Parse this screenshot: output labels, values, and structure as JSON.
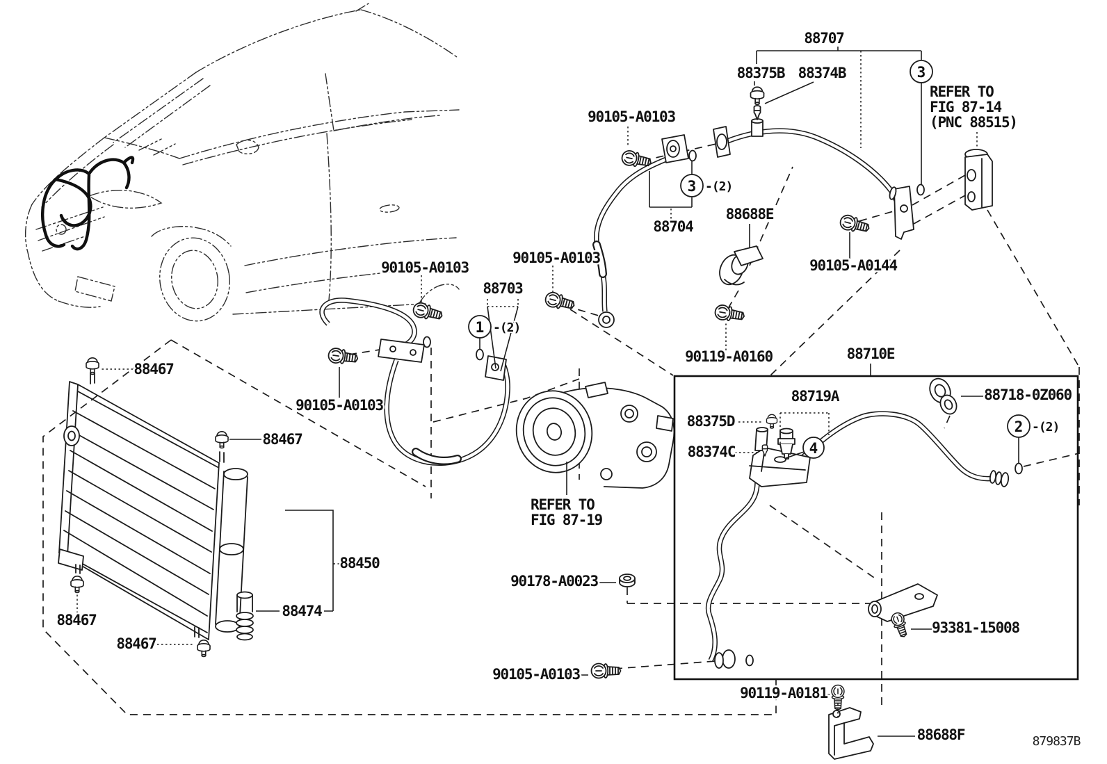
{
  "diagram": {
    "labels": {
      "l_88707": {
        "text": "88707"
      },
      "l_88375B": {
        "text": "88375B"
      },
      "l_88374B": {
        "text": "88374B"
      },
      "l_90105_a0103_1": {
        "text": "90105-A0103"
      },
      "l_88704": {
        "text": "88704"
      },
      "l_88688E": {
        "text": "88688E"
      },
      "l_90105_a0144": {
        "text": "90105-A0144"
      },
      "l_90105_a0103_2": {
        "text": "90105-A0103"
      },
      "l_90105_a0103_3": {
        "text": "90105-A0103"
      },
      "l_88703": {
        "text": "88703"
      },
      "l_90105_a0103_4": {
        "text": "90105-A0103"
      },
      "l_90119_a0160": {
        "text": "90119-A0160"
      },
      "l_88710E": {
        "text": "88710E"
      },
      "l_88719A": {
        "text": "88719A"
      },
      "l_88718_0z060": {
        "text": "88718-0Z060"
      },
      "l_88375D": {
        "text": "88375D"
      },
      "l_88374C": {
        "text": "88374C"
      },
      "l_88467_1": {
        "text": "88467"
      },
      "l_88467_2": {
        "text": "88467"
      },
      "l_88450": {
        "text": "88450"
      },
      "l_88474": {
        "text": "88474"
      },
      "l_88467_3": {
        "text": "88467"
      },
      "l_88467_4": {
        "text": "88467"
      },
      "l_90178_a0023": {
        "text": "90178-A0023"
      },
      "l_93381_15008": {
        "text": "93381-15008"
      },
      "l_90105_a0103_5": {
        "text": "90105-A0103"
      },
      "l_90119_a0181": {
        "text": "90119-A0181"
      },
      "l_88688F": {
        "text": "88688F"
      }
    },
    "callouts": {
      "c1": {
        "number": "1",
        "suffix": "-(2)"
      },
      "c2": {
        "number": "2",
        "suffix": "-(2)"
      },
      "c3_top": {
        "number": "3",
        "suffix": ""
      },
      "c3_mid": {
        "number": "3",
        "suffix": "-(2)"
      },
      "c4": {
        "number": "4",
        "suffix": ""
      }
    },
    "notes": {
      "refer_fig_87_14": {
        "line1": "REFER TO",
        "line2": "FIG 87-14",
        "line3": "(PNC 88515)"
      },
      "refer_fig_87_19": {
        "line1": "REFER TO",
        "line2": "FIG 87-19"
      }
    },
    "footer": {
      "drawing_code": "879837B"
    }
  }
}
